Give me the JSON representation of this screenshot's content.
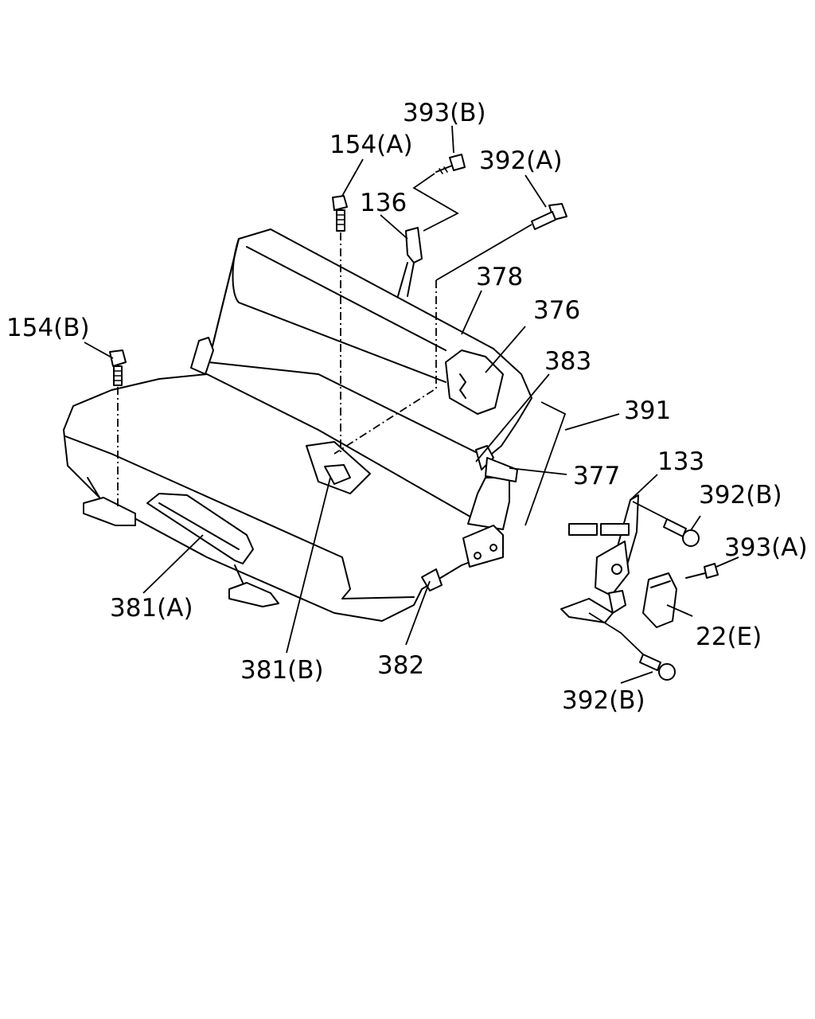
{
  "labels": {
    "l393b_top": "393(B)",
    "l154a": "154(A)",
    "l392a": "392(A)",
    "l136": "136",
    "l378": "378",
    "l376": "376",
    "l154b": "154(B)",
    "l383": "383",
    "l391": "391",
    "l133": "133",
    "l377": "377",
    "l392b_mid": "392(B)",
    "l393a": "393(A)",
    "l381a": "381(A)",
    "l22e": "22(E)",
    "l381b": "381(B)",
    "l382": "382",
    "l392b_bot": "392(B)"
  }
}
